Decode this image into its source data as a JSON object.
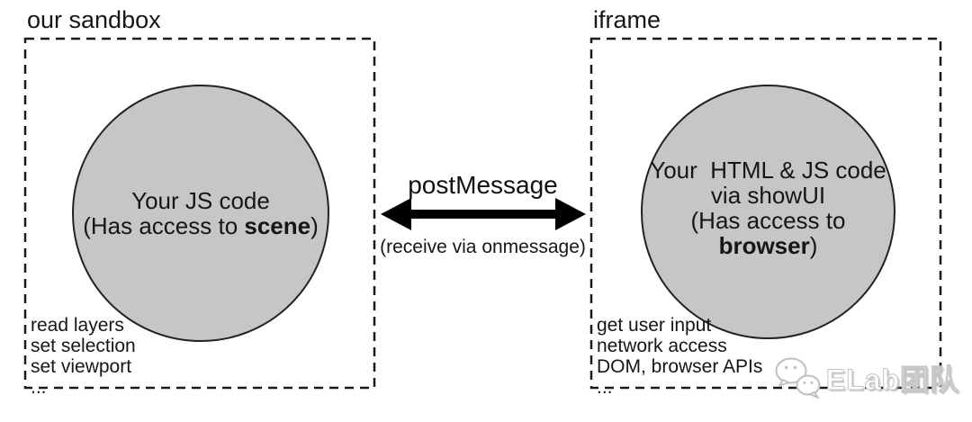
{
  "left_panel": {
    "title": "our sandbox",
    "circle": {
      "line1": "Your JS code",
      "line2_prefix": "(Has access to ",
      "line2_bold": "scene",
      "line2_suffix": ")"
    },
    "capabilities": [
      "read layers",
      "set selection",
      "set viewport",
      "..."
    ]
  },
  "connector": {
    "label": "postMessage",
    "sublabel": "(receive via onmessage)"
  },
  "right_panel": {
    "title": "iframe",
    "circle": {
      "line1": "Your  HTML & JS code",
      "line2": "via showUI",
      "line3_prefix": "(Has access to ",
      "line3_bold": "browser",
      "line3_suffix": ")"
    },
    "capabilities": [
      "get user input",
      "network access",
      "DOM, browser APIs",
      "..."
    ]
  },
  "watermark": {
    "icon": "wechat-icon",
    "text": "ELab团队"
  },
  "colors": {
    "background": "#ffffff",
    "circle_fill": "#c6c6c6",
    "stroke": "#1a1a1a",
    "text": "#161616",
    "watermark_gray": "#bdbdbd"
  }
}
